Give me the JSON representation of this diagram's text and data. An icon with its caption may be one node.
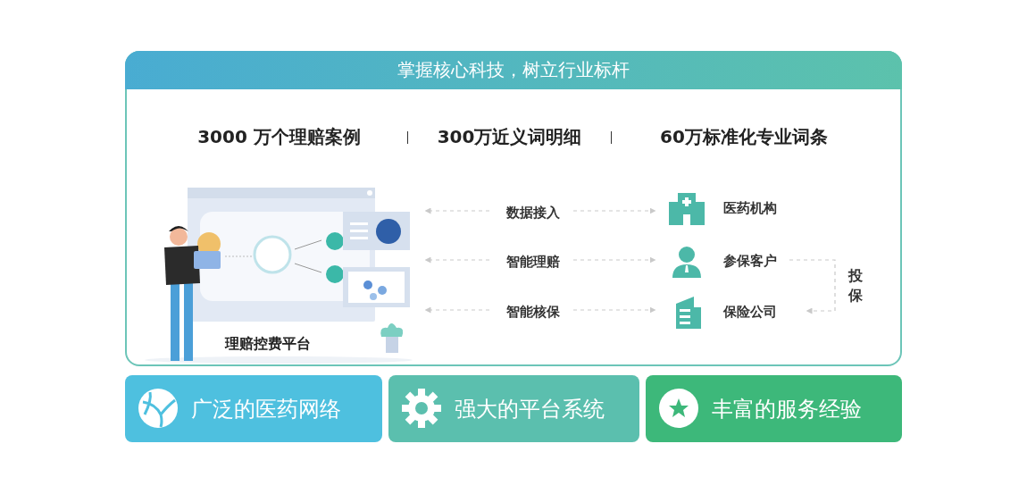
{
  "diagram": {
    "nodes": [
      {
        "text": [
          "掌握核心科技，树立行业标杆"
        ]
      },
      {
        "text": [
          "理赔控费平台"
        ],
        "in": 0
      },
      {
        "text": [
          "数据接入"
        ],
        "in": 0
      },
      {
        "text": [
          "智能理赔"
        ],
        "in": 0
      },
      {
        "text": [
          "智能核保"
        ],
        "in": 0
      },
      {
        "text": [
          "医药机构"
        ],
        "in": 0
      },
      {
        "text": [
          "参保客户"
        ],
        "in": 0
      },
      {
        "text": [
          "保险公司"
        ],
        "in": 0
      },
      {
        "text": [
          "广泛的医药网络"
        ]
      },
      {
        "text": [
          "强大的平台系统"
        ]
      },
      {
        "text": [
          "丰富的服务经验"
        ]
      }
    ],
    "edges": [
      {
        "from": 2,
        "to": 1,
        "arrow": "to",
        "style": "dashed"
      },
      {
        "from": 2,
        "to": 5,
        "arrow": "to",
        "style": "dashed"
      },
      {
        "from": 3,
        "to": 1,
        "arrow": "to",
        "style": "dashed"
      },
      {
        "from": 3,
        "to": 6,
        "arrow": "to",
        "style": "dashed"
      },
      {
        "from": 4,
        "to": 1,
        "arrow": "to",
        "style": "dashed"
      },
      {
        "from": 4,
        "to": 7,
        "arrow": "to",
        "style": "dashed"
      },
      {
        "from": 6,
        "to": 7,
        "arrow": "to",
        "style": "dashed",
        "label": "投保"
      }
    ],
    "labels": [
      "3000 万个理赔案例",
      "300万近义词明细",
      "60万标准化专业词条"
    ]
  }
}
